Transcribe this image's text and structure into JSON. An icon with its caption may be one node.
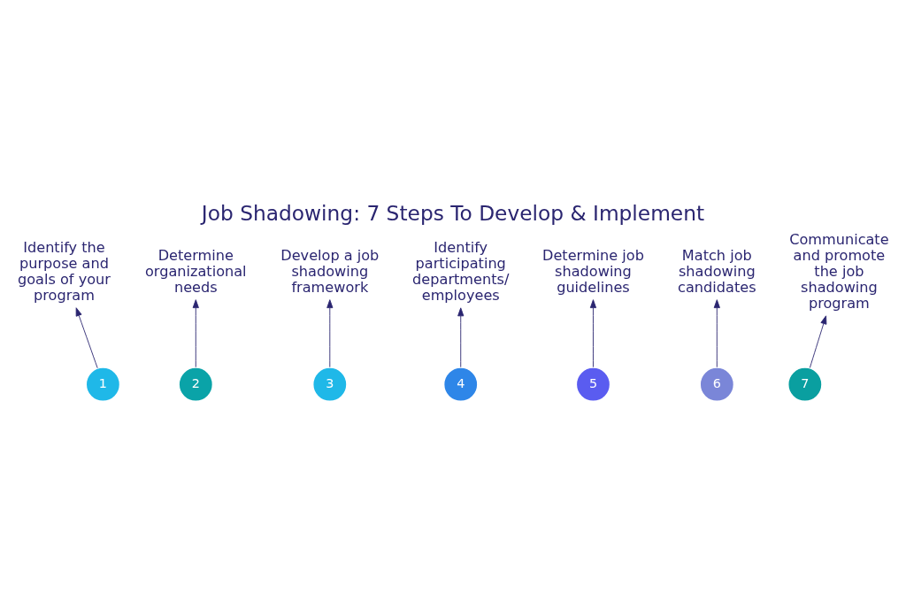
{
  "diagram": {
    "title": "Job Shadowing: 7 Steps To Develop & Implement",
    "nodes": [
      {
        "text": [
          "1"
        ]
      },
      {
        "text": [
          "2"
        ]
      },
      {
        "text": [
          "3"
        ]
      },
      {
        "text": [
          "4"
        ]
      },
      {
        "text": [
          "5"
        ]
      },
      {
        "text": [
          "6"
        ]
      },
      {
        "text": [
          "7"
        ]
      },
      {
        "text": [
          "Identify the purpose and goals of your program"
        ]
      },
      {
        "text": [
          "Determine organizational needs"
        ]
      },
      {
        "text": [
          "Develop a job shadowing framework"
        ]
      },
      {
        "text": [
          "Identify participating departments/ employees"
        ]
      },
      {
        "text": [
          "Determine job shadowing guidelines"
        ]
      },
      {
        "text": [
          "Match job shadowing candidates"
        ]
      },
      {
        "text": [
          "Communicate and promote the job shadowing program"
        ]
      }
    ],
    "edges": [
      {
        "from": 0,
        "to": 7,
        "arrow": "to"
      },
      {
        "from": 1,
        "to": 8,
        "arrow": "to"
      },
      {
        "from": 2,
        "to": 9,
        "arrow": "to"
      },
      {
        "from": 3,
        "to": 10,
        "arrow": "to"
      },
      {
        "from": 4,
        "to": 11,
        "arrow": "to"
      },
      {
        "from": 5,
        "to": 12,
        "arrow": "to"
      },
      {
        "from": 6,
        "to": 13,
        "arrow": "to"
      }
    ]
  }
}
